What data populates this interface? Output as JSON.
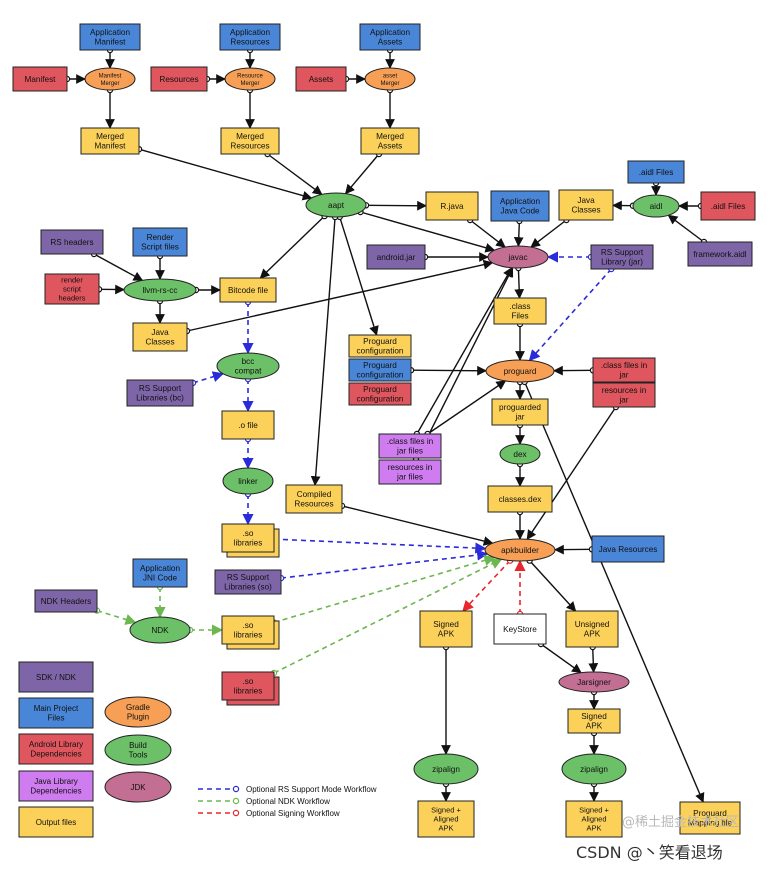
{
  "colors": {
    "blue": "#4a86d8",
    "yellow": "#fcd15a",
    "red": "#e0565e",
    "purple": "#7e65a8",
    "violet": "#cf7cf0",
    "white": "#ffffff",
    "orange": "#f7a055",
    "green": "#6cc067",
    "mauve": "#c36e93",
    "edge_black": "#111111",
    "edge_blue": "#2b2bd9",
    "edge_green": "#6cb74f",
    "edge_red": "#e8262b"
  },
  "nodes": [
    {
      "id": "app_manifest",
      "shape": "rect",
      "fill": "blue",
      "lines": [
        "Application",
        "Manifest"
      ]
    },
    {
      "id": "manifest",
      "shape": "rect",
      "fill": "red",
      "lines": [
        "Manifest"
      ]
    },
    {
      "id": "manifest_merger",
      "shape": "ellipse",
      "fill": "orange",
      "lines": [
        "Manifest",
        "Merger"
      ]
    },
    {
      "id": "merged_manifest",
      "shape": "rect",
      "fill": "yellow",
      "lines": [
        "Merged",
        "Manifest"
      ]
    },
    {
      "id": "app_resources",
      "shape": "rect",
      "fill": "blue",
      "lines": [
        "Application",
        "Resources"
      ]
    },
    {
      "id": "resources",
      "shape": "rect",
      "fill": "red",
      "lines": [
        "Resources"
      ]
    },
    {
      "id": "resource_merger",
      "shape": "ellipse",
      "fill": "orange",
      "lines": [
        "Resource",
        "Merger"
      ]
    },
    {
      "id": "merged_resources",
      "shape": "rect",
      "fill": "yellow",
      "lines": [
        "Merged",
        "Resources"
      ]
    },
    {
      "id": "app_assets",
      "shape": "rect",
      "fill": "blue",
      "lines": [
        "Application",
        "Assets"
      ]
    },
    {
      "id": "assets",
      "shape": "rect",
      "fill": "red",
      "lines": [
        "Assets"
      ]
    },
    {
      "id": "asset_merger",
      "shape": "ellipse",
      "fill": "orange",
      "lines": [
        "asset",
        "Merger"
      ]
    },
    {
      "id": "merged_assets",
      "shape": "rect",
      "fill": "yellow",
      "lines": [
        "Merged",
        "Assets"
      ]
    },
    {
      "id": "aapt",
      "shape": "ellipse",
      "fill": "green",
      "lines": [
        "aapt"
      ]
    },
    {
      "id": "rjava",
      "shape": "rect",
      "fill": "yellow",
      "lines": [
        "R.java"
      ]
    },
    {
      "id": "app_java",
      "shape": "rect",
      "fill": "blue",
      "lines": [
        "Application",
        "Java Code"
      ]
    },
    {
      "id": "java_classes_top",
      "shape": "rect",
      "fill": "yellow",
      "lines": [
        "Java",
        "Classes"
      ]
    },
    {
      "id": "aidl_files",
      "shape": "rect",
      "fill": "blue",
      "lines": [
        ".aidl Files"
      ]
    },
    {
      "id": "aidl",
      "shape": "ellipse",
      "fill": "green",
      "lines": [
        "aidl"
      ]
    },
    {
      "id": "aidl_files_red",
      "shape": "rect",
      "fill": "red",
      "lines": [
        ".aidl Files"
      ]
    },
    {
      "id": "framework_aidl",
      "shape": "rect",
      "fill": "purple",
      "lines": [
        "framework.aidl"
      ]
    },
    {
      "id": "android_jar",
      "shape": "rect",
      "fill": "purple",
      "lines": [
        "android.jar"
      ]
    },
    {
      "id": "javac",
      "shape": "ellipse",
      "fill": "mauve",
      "lines": [
        "javac"
      ]
    },
    {
      "id": "rs_support_jar",
      "shape": "rect",
      "fill": "purple",
      "lines": [
        "RS Support",
        "Library (jar)"
      ]
    },
    {
      "id": "rs_headers",
      "shape": "rect",
      "fill": "purple",
      "lines": [
        "RS headers"
      ]
    },
    {
      "id": "render_script",
      "shape": "rect",
      "fill": "blue",
      "lines": [
        "Render",
        "Script files"
      ]
    },
    {
      "id": "rs_script_headers",
      "shape": "rect",
      "fill": "red",
      "lines": [
        "render",
        "script",
        "headers"
      ]
    },
    {
      "id": "llvm",
      "shape": "ellipse",
      "fill": "green",
      "lines": [
        "llvm-rs-cc"
      ]
    },
    {
      "id": "bitcode",
      "shape": "rect",
      "fill": "yellow",
      "lines": [
        "Bitcode file"
      ]
    },
    {
      "id": "java_classes_left",
      "shape": "rect",
      "fill": "yellow",
      "lines": [
        "Java",
        "Classes"
      ]
    },
    {
      "id": "class_files",
      "shape": "rect",
      "fill": "yellow",
      "lines": [
        ".class",
        "Files"
      ]
    },
    {
      "id": "proguard_cfg_yellow",
      "shape": "rect",
      "fill": "yellow",
      "lines": [
        "Proguard",
        "configuration"
      ]
    },
    {
      "id": "proguard_cfg_blue",
      "shape": "rect",
      "fill": "blue",
      "lines": [
        "Proguard",
        "configuration"
      ]
    },
    {
      "id": "proguard_cfg_red",
      "shape": "rect",
      "fill": "red",
      "lines": [
        "Proguard",
        "configuration"
      ]
    },
    {
      "id": "proguard",
      "shape": "ellipse",
      "fill": "orange",
      "lines": [
        "proguard"
      ]
    },
    {
      "id": "class_in_jar_red",
      "shape": "rect",
      "fill": "red",
      "lines": [
        ".class files in",
        "jar"
      ]
    },
    {
      "id": "resources_in_jar_red",
      "shape": "rect",
      "fill": "red",
      "lines": [
        "resources in",
        "jar"
      ]
    },
    {
      "id": "bcc_compat",
      "shape": "ellipse",
      "fill": "green",
      "lines": [
        "bcc",
        "compat"
      ]
    },
    {
      "id": "rs_support_bc",
      "shape": "rect",
      "fill": "purple",
      "lines": [
        "RS Support",
        "Libraries (bc)"
      ]
    },
    {
      "id": "o_file",
      "shape": "rect",
      "fill": "yellow",
      "lines": [
        ".o file"
      ]
    },
    {
      "id": "proguarded_jar",
      "shape": "rect",
      "fill": "yellow",
      "lines": [
        "proguarded",
        "jar"
      ]
    },
    {
      "id": "class_in_jar_violet",
      "shape": "rect",
      "fill": "violet",
      "lines": [
        ".class files in",
        "jar files"
      ]
    },
    {
      "id": "resources_in_jar_violet",
      "shape": "rect",
      "fill": "violet",
      "lines": [
        "resources in",
        "jar files"
      ]
    },
    {
      "id": "dex",
      "shape": "ellipse",
      "fill": "green",
      "lines": [
        "dex"
      ]
    },
    {
      "id": "linker",
      "shape": "ellipse",
      "fill": "green",
      "lines": [
        "linker"
      ]
    },
    {
      "id": "compiled_resources",
      "shape": "rect",
      "fill": "yellow",
      "lines": [
        "Compiled",
        "Resources"
      ]
    },
    {
      "id": "classes_dex",
      "shape": "rect",
      "fill": "yellow",
      "lines": [
        "classes.dex"
      ]
    },
    {
      "id": "so_libs_1",
      "shape": "rect",
      "fill": "yellow",
      "stack": true,
      "lines": [
        ".so",
        "libraries"
      ]
    },
    {
      "id": "apkbuilder",
      "shape": "ellipse",
      "fill": "orange",
      "lines": [
        "apkbuilder"
      ]
    },
    {
      "id": "java_resources",
      "shape": "rect",
      "fill": "blue",
      "lines": [
        "Java  Resources"
      ]
    },
    {
      "id": "rs_support_so",
      "shape": "rect",
      "fill": "purple",
      "lines": [
        "RS Support",
        "Libraries (so)"
      ]
    },
    {
      "id": "app_jni",
      "shape": "rect",
      "fill": "blue",
      "lines": [
        "Application",
        "JNI Code"
      ]
    },
    {
      "id": "ndk_headers",
      "shape": "rect",
      "fill": "purple",
      "lines": [
        "NDK Headers"
      ]
    },
    {
      "id": "ndk",
      "shape": "ellipse",
      "fill": "green",
      "lines": [
        "NDK"
      ]
    },
    {
      "id": "so_libs_2",
      "shape": "rect",
      "fill": "yellow",
      "stack": true,
      "lines": [
        ".so",
        "libraries"
      ]
    },
    {
      "id": "so_libs_3",
      "shape": "rect",
      "fill": "red",
      "stack": true,
      "lines": [
        ".so",
        "libraries"
      ]
    },
    {
      "id": "signed_apk",
      "shape": "rect",
      "fill": "yellow",
      "lines": [
        "Signed",
        "APK"
      ]
    },
    {
      "id": "keystore",
      "shape": "rect",
      "fill": "white",
      "lines": [
        "KeyStore"
      ]
    },
    {
      "id": "unsigned_apk",
      "shape": "rect",
      "fill": "yellow",
      "lines": [
        "Unsigned",
        "APK"
      ]
    },
    {
      "id": "jarsigner",
      "shape": "ellipse",
      "fill": "mauve",
      "lines": [
        "Jarsigner"
      ]
    },
    {
      "id": "signed_apk_2",
      "shape": "rect",
      "fill": "yellow",
      "lines": [
        "Signed",
        "APK"
      ]
    },
    {
      "id": "zipalign_1",
      "shape": "ellipse",
      "fill": "green",
      "lines": [
        "zipalign"
      ]
    },
    {
      "id": "zipalign_2",
      "shape": "ellipse",
      "fill": "green",
      "lines": [
        "zipalign"
      ]
    },
    {
      "id": "final_1",
      "shape": "rect",
      "fill": "yellow",
      "lines": [
        "Signed +",
        "Aligned",
        "APK"
      ]
    },
    {
      "id": "final_2",
      "shape": "rect",
      "fill": "yellow",
      "lines": [
        "Signed +",
        "Aligned",
        "APK"
      ]
    },
    {
      "id": "mapping",
      "shape": "rect",
      "fill": "yellow",
      "lines": [
        "Proguard",
        "Mapping file"
      ]
    }
  ],
  "edges": [
    {
      "from": "app_manifest",
      "to": "manifest_merger",
      "style": "solid"
    },
    {
      "from": "manifest",
      "to": "manifest_merger",
      "style": "solid"
    },
    {
      "from": "manifest_merger",
      "to": "merged_manifest",
      "style": "solid"
    },
    {
      "from": "app_resources",
      "to": "resource_merger",
      "style": "solid"
    },
    {
      "from": "resources",
      "to": "resource_merger",
      "style": "solid"
    },
    {
      "from": "resource_merger",
      "to": "merged_resources",
      "style": "solid"
    },
    {
      "from": "app_assets",
      "to": "asset_merger",
      "style": "solid"
    },
    {
      "from": "assets",
      "to": "asset_merger",
      "style": "solid"
    },
    {
      "from": "asset_merger",
      "to": "merged_assets",
      "style": "solid"
    },
    {
      "from": "merged_manifest",
      "to": "aapt",
      "style": "solid"
    },
    {
      "from": "merged_resources",
      "to": "aapt",
      "style": "solid"
    },
    {
      "from": "merged_assets",
      "to": "aapt",
      "style": "solid"
    },
    {
      "from": "aapt",
      "to": "rjava",
      "style": "solid"
    },
    {
      "from": "aapt",
      "to": "bitcode",
      "style": "solid"
    },
    {
      "from": "aapt",
      "to": "proguard_cfg_yellow",
      "style": "solid"
    },
    {
      "from": "aapt",
      "to": "compiled_resources",
      "style": "solid"
    },
    {
      "from": "aapt",
      "to": "javac",
      "style": "solid"
    },
    {
      "from": "rjava",
      "to": "javac",
      "style": "solid"
    },
    {
      "from": "app_java",
      "to": "javac",
      "style": "solid"
    },
    {
      "from": "java_classes_top",
      "to": "javac",
      "style": "solid"
    },
    {
      "from": "android_jar",
      "to": "javac",
      "style": "solid"
    },
    {
      "from": "aidl_files",
      "to": "aidl",
      "style": "solid"
    },
    {
      "from": "aidl_files_red",
      "to": "aidl",
      "style": "solid"
    },
    {
      "from": "framework_aidl",
      "to": "aidl",
      "style": "solid"
    },
    {
      "from": "aidl",
      "to": "java_classes_top",
      "style": "solid"
    },
    {
      "from": "rs_headers",
      "to": "llvm",
      "style": "solid"
    },
    {
      "from": "render_script",
      "to": "llvm",
      "style": "solid"
    },
    {
      "from": "rs_script_headers",
      "to": "llvm",
      "style": "solid"
    },
    {
      "from": "llvm",
      "to": "bitcode",
      "style": "solid"
    },
    {
      "from": "llvm",
      "to": "java_classes_left",
      "style": "solid"
    },
    {
      "from": "java_classes_left",
      "to": "javac",
      "style": "solid"
    },
    {
      "from": "javac",
      "to": "class_files",
      "style": "solid"
    },
    {
      "from": "class_files",
      "to": "proguard",
      "style": "solid"
    },
    {
      "from": "proguard_cfg_blue",
      "to": "proguard",
      "style": "solid"
    },
    {
      "from": "class_in_jar_red",
      "to": "proguard",
      "style": "solid"
    },
    {
      "from": "proguard",
      "to": "proguarded_jar",
      "style": "solid"
    },
    {
      "from": "proguard",
      "to": "mapping",
      "style": "solid"
    },
    {
      "from": "proguarded_jar",
      "to": "dex",
      "style": "solid"
    },
    {
      "from": "dex",
      "to": "classes_dex",
      "style": "solid"
    },
    {
      "from": "classes_dex",
      "to": "apkbuilder",
      "style": "solid"
    },
    {
      "from": "compiled_resources",
      "to": "apkbuilder",
      "style": "solid"
    },
    {
      "from": "java_resources",
      "to": "apkbuilder",
      "style": "solid"
    },
    {
      "from": "resources_in_jar_red",
      "to": "apkbuilder",
      "style": "solid"
    },
    {
      "from": "class_in_jar_violet",
      "to": "javac",
      "style": "solid"
    },
    {
      "from": "resources_in_jar_violet",
      "to": "javac",
      "style": "solid"
    },
    {
      "from": "class_in_jar_violet",
      "to": "proguard",
      "style": "solid"
    },
    {
      "from": "apkbuilder",
      "to": "unsigned_apk",
      "style": "solid"
    },
    {
      "from": "unsigned_apk",
      "to": "jarsigner",
      "style": "solid"
    },
    {
      "from": "keystore",
      "to": "jarsigner",
      "style": "solid"
    },
    {
      "from": "jarsigner",
      "to": "signed_apk_2",
      "style": "solid"
    },
    {
      "from": "signed_apk_2",
      "to": "zipalign_2",
      "style": "solid"
    },
    {
      "from": "zipalign_2",
      "to": "final_2",
      "style": "solid"
    },
    {
      "from": "signed_apk",
      "to": "zipalign_1",
      "style": "solid"
    },
    {
      "from": "zipalign_1",
      "to": "final_1",
      "style": "solid"
    },
    {
      "from": "bitcode",
      "to": "bcc_compat",
      "style": "blue"
    },
    {
      "from": "rs_support_bc",
      "to": "bcc_compat",
      "style": "blue"
    },
    {
      "from": "bcc_compat",
      "to": "o_file",
      "style": "blue"
    },
    {
      "from": "o_file",
      "to": "linker",
      "style": "blue"
    },
    {
      "from": "linker",
      "to": "so_libs_1",
      "style": "blue"
    },
    {
      "from": "so_libs_1",
      "to": "apkbuilder",
      "style": "blue"
    },
    {
      "from": "rs_support_so",
      "to": "apkbuilder",
      "style": "blue"
    },
    {
      "from": "rs_support_jar",
      "to": "javac",
      "style": "blue"
    },
    {
      "from": "rs_support_jar",
      "to": "proguard",
      "style": "blue"
    },
    {
      "from": "app_jni",
      "to": "ndk",
      "style": "green"
    },
    {
      "from": "ndk_headers",
      "to": "ndk",
      "style": "green"
    },
    {
      "from": "ndk",
      "to": "so_libs_2",
      "style": "green"
    },
    {
      "from": "so_libs_2",
      "to": "apkbuilder",
      "style": "green"
    },
    {
      "from": "so_libs_3",
      "to": "apkbuilder",
      "style": "green"
    },
    {
      "from": "apkbuilder",
      "to": "signed_apk",
      "style": "red"
    },
    {
      "from": "keystore",
      "to": "apkbuilder",
      "style": "red"
    }
  ],
  "legend_boxes": [
    {
      "fill": "purple",
      "shape": "rect",
      "lines": [
        "SDK / NDK"
      ]
    },
    {
      "fill": "blue",
      "shape": "rect",
      "lines": [
        "Main Project",
        "Files"
      ]
    },
    {
      "fill": "red",
      "shape": "rect",
      "lines": [
        "Android Library",
        "Dependencies"
      ]
    },
    {
      "fill": "violet",
      "shape": "rect",
      "lines": [
        "Java Library",
        "Dependencies"
      ]
    },
    {
      "fill": "yellow",
      "shape": "rect",
      "lines": [
        "Output files"
      ]
    },
    {
      "fill": "orange",
      "shape": "ellipse",
      "lines": [
        "Gradle",
        "Plugin"
      ]
    },
    {
      "fill": "green",
      "shape": "ellipse",
      "lines": [
        "Build",
        "Tools"
      ]
    },
    {
      "fill": "mauve",
      "shape": "ellipse",
      "lines": [
        "JDK"
      ]
    }
  ],
  "legend_lines": [
    {
      "style": "blue",
      "label": "Optional RS Support Mode Workflow"
    },
    {
      "style": "green",
      "label": "Optional NDK Workflow"
    },
    {
      "style": "red",
      "label": "Optional Signing Workflow"
    }
  ],
  "watermark": {
    "juejin": "@稀土掘金技术社区",
    "csdn": "CSDN @丶笑看退场"
  }
}
